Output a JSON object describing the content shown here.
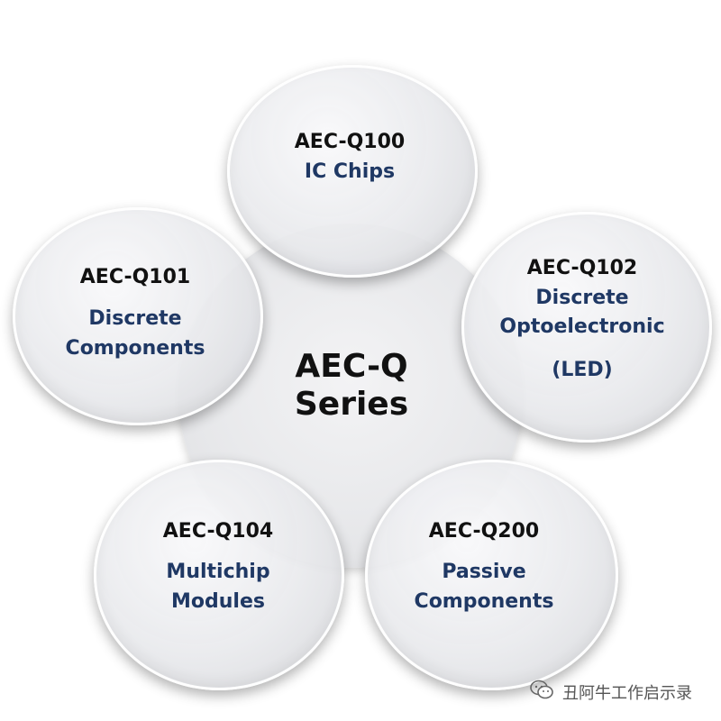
{
  "center": {
    "line1": "AEC-Q",
    "line2": "Series"
  },
  "nodes": [
    {
      "code": "AEC-Q100",
      "lines": [
        "IC Chips"
      ]
    },
    {
      "code": "AEC-Q101",
      "lines": [
        "Discrete",
        "Components"
      ]
    },
    {
      "code": "AEC-Q102",
      "lines": [
        "Discrete",
        "Optoelectronic",
        "(LED)"
      ]
    },
    {
      "code": "AEC-Q104",
      "lines": [
        "Multichip",
        "Modules"
      ]
    },
    {
      "code": "AEC-Q200",
      "lines": [
        "Passive",
        "Components"
      ]
    }
  ],
  "watermark": {
    "text": "丑阿牛工作启示录",
    "icon": "wechat-icon"
  }
}
